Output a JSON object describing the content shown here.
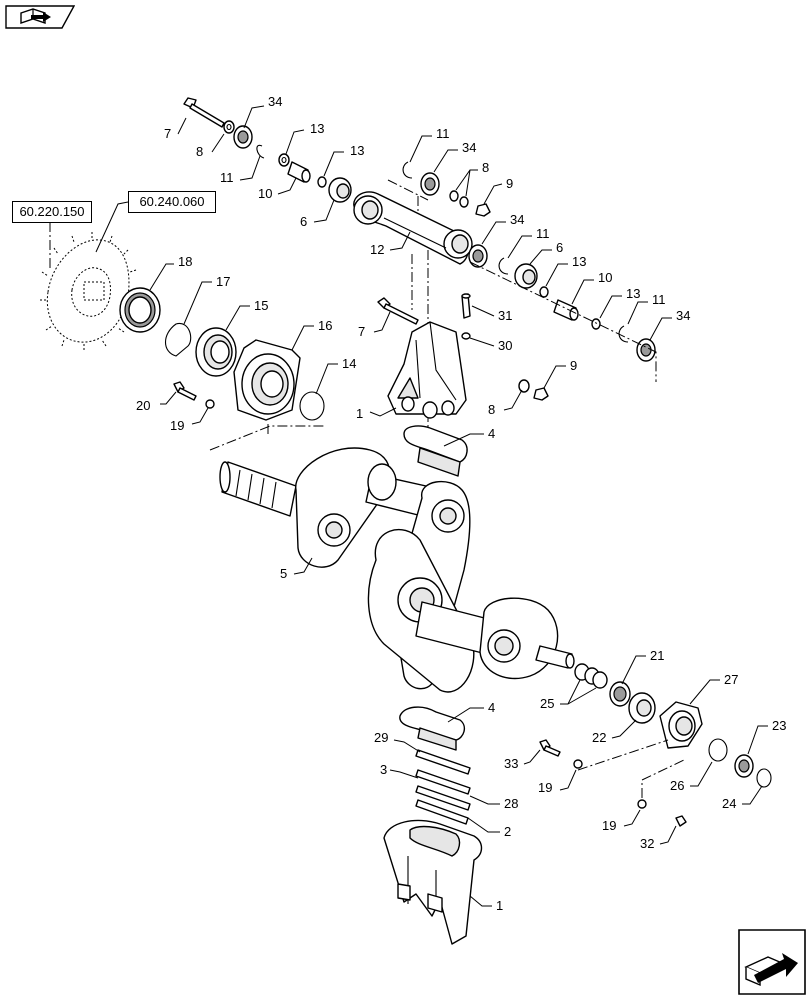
{
  "references": [
    {
      "id": "ref-60-220-150",
      "label": "60.220.150"
    },
    {
      "id": "ref-60-240-060",
      "label": "60.240.060"
    }
  ],
  "callouts": {
    "c7a": "7",
    "c34a": "34",
    "c8a": "8",
    "c13a": "13",
    "c11a": "11",
    "c10a": "10",
    "c13b": "13",
    "c6a": "6",
    "c11b": "11",
    "c34b": "34",
    "c8b": "8",
    "c9a": "9",
    "c12": "12",
    "c34c": "34",
    "c11c": "11",
    "c6b": "6",
    "c13c": "13",
    "c10b": "10",
    "c13d": "13",
    "c11d": "11",
    "c34d": "34",
    "c18": "18",
    "c17": "17",
    "c15": "15",
    "c16": "16",
    "c14": "14",
    "c20": "20",
    "c19a": "19",
    "c7b": "7",
    "c31": "31",
    "c30": "30",
    "c1a": "1",
    "c9b": "9",
    "c8c": "8",
    "c4a": "4",
    "c5": "5",
    "c21": "21",
    "c25": "25",
    "c27": "27",
    "c22": "22",
    "c4b": "4",
    "c29": "29",
    "c3": "3",
    "c28": "28",
    "c2": "2",
    "c1b": "1",
    "c33": "33",
    "c19b": "19",
    "c23": "23",
    "c26": "26",
    "c24": "24",
    "c19c": "19",
    "c32": "32"
  },
  "icons": {
    "top_left": "book-arrow-icon",
    "bottom_right": "next-page-arrow-icon"
  }
}
